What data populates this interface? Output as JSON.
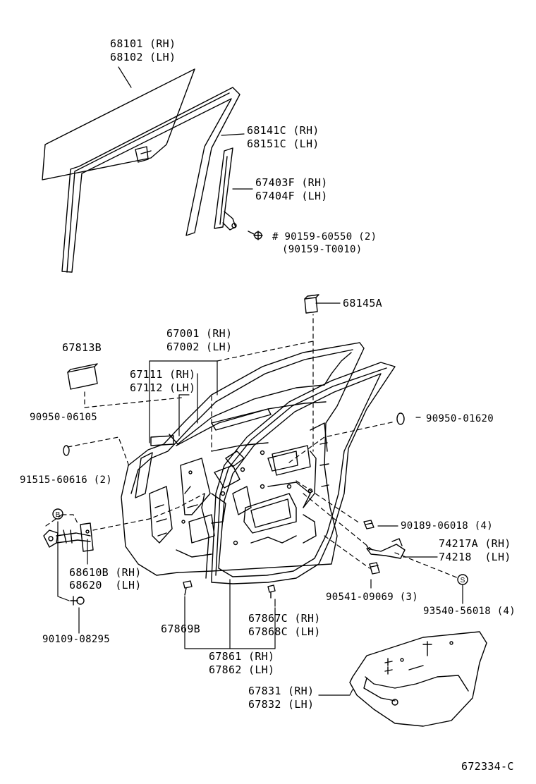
{
  "drawing_id": "672334-C",
  "callouts": {
    "c68101": "68101 (RH)",
    "c68102": "68102 (LH)",
    "c68141c": "68141C (RH)",
    "c68151c": "68151C (LH)",
    "c67403f": "67403F (RH)",
    "c67404f": "67404F (LH)",
    "c90159a": "# 90159-60550 (2)",
    "c90159b": "(90159-T0010)",
    "c68145a": "68145A",
    "c67001": "67001 (RH)",
    "c67002": "67002 (LH)",
    "c67813b": "67813B",
    "c67111": "67111 (RH)",
    "c67112": "67112 (LH)",
    "c90950_06105": "90950-06105",
    "c90950_01620": "90950-01620",
    "c91515": "91515-60616 (2)",
    "c90189": "90189-06018 (4)",
    "c74217a": "74217A (RH)",
    "c74218": "74218  (LH)",
    "c68610b": "68610B (RH)",
    "c68620": "68620  (LH)",
    "c90541": "90541-09069 (3)",
    "c93540": "93540-56018 (4)",
    "c67869b": "67869B",
    "c67867c": "67867C (RH)",
    "c67868c": "67868C (LH)",
    "c90109": "90109-08295",
    "c67861": "67861 (RH)",
    "c67862": "67862 (LH)",
    "c67831": "67831 (RH)",
    "c67832": "67832 (LH)"
  },
  "markers": {
    "b": "B",
    "s": "S"
  }
}
